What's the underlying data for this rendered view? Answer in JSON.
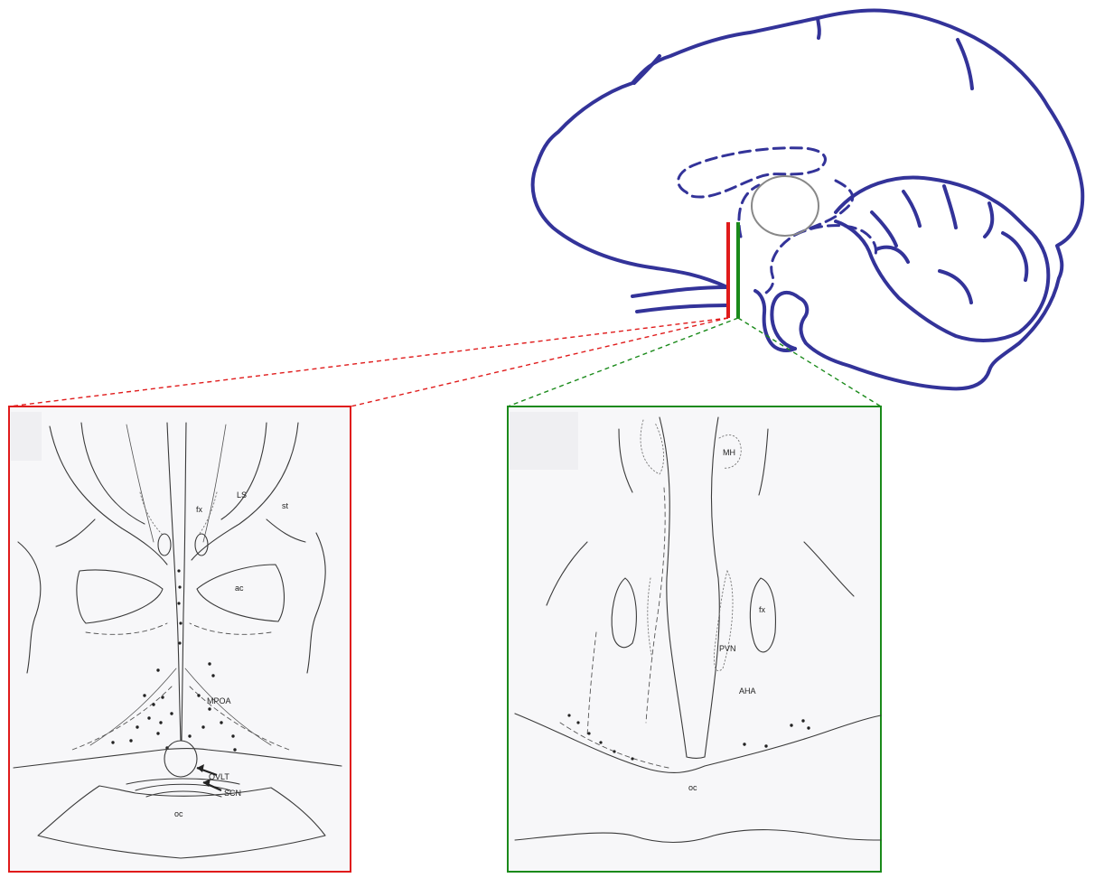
{
  "colors": {
    "brain_outline": "#333399",
    "red_section": "#e01b1b",
    "green_section": "#1a8a1a",
    "thalamus_outline": "#888888",
    "drawing_ink": "#333333",
    "panel_background": "#f7f7f9"
  },
  "left_panel": {
    "labels": {
      "fx": "fx",
      "ls": "LS",
      "st": "st",
      "ac": "ac",
      "mpoa": "MPOA",
      "ovlt": "OVLT",
      "scn": "SCN",
      "oc": "oc"
    }
  },
  "right_panel": {
    "labels": {
      "mh": "MH",
      "fx": "fx",
      "pvn": "PVN",
      "aha": "AHA",
      "oc": "oc"
    }
  }
}
